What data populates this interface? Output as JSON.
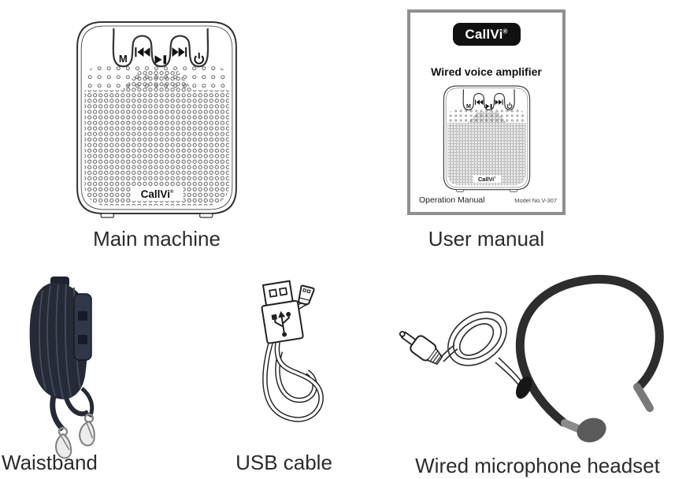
{
  "items": {
    "main_machine": {
      "label": "Main machine"
    },
    "user_manual": {
      "label": "User manual"
    },
    "waistband": {
      "label": "Waistband"
    },
    "usb_cable": {
      "label": "USB cable"
    },
    "headset": {
      "label": "Wired microphone headset"
    }
  },
  "device": {
    "brand": "CallVi",
    "reg_mark": "®",
    "mode_button_label": "M",
    "buttons": [
      "M",
      "previous-track",
      "play-pause",
      "next-track",
      "power"
    ]
  },
  "manual_cover": {
    "logo_text": "CallVi",
    "logo_reg_mark": "®",
    "title": "Wired voice amplifier",
    "footer_left": "Operation Manual",
    "footer_right": "Model No.V-307"
  },
  "colors": {
    "line_art": "#333333",
    "label_text": "#2b2b2b",
    "manual_border": "#8f8f8f",
    "headset_band": "#2d2d2d",
    "ear_tip_gray": "#7a7a7a",
    "mic_capsule_gray": "#5a5a5a",
    "waistband_dark": "#252a36",
    "badge_bg": "#111111"
  }
}
